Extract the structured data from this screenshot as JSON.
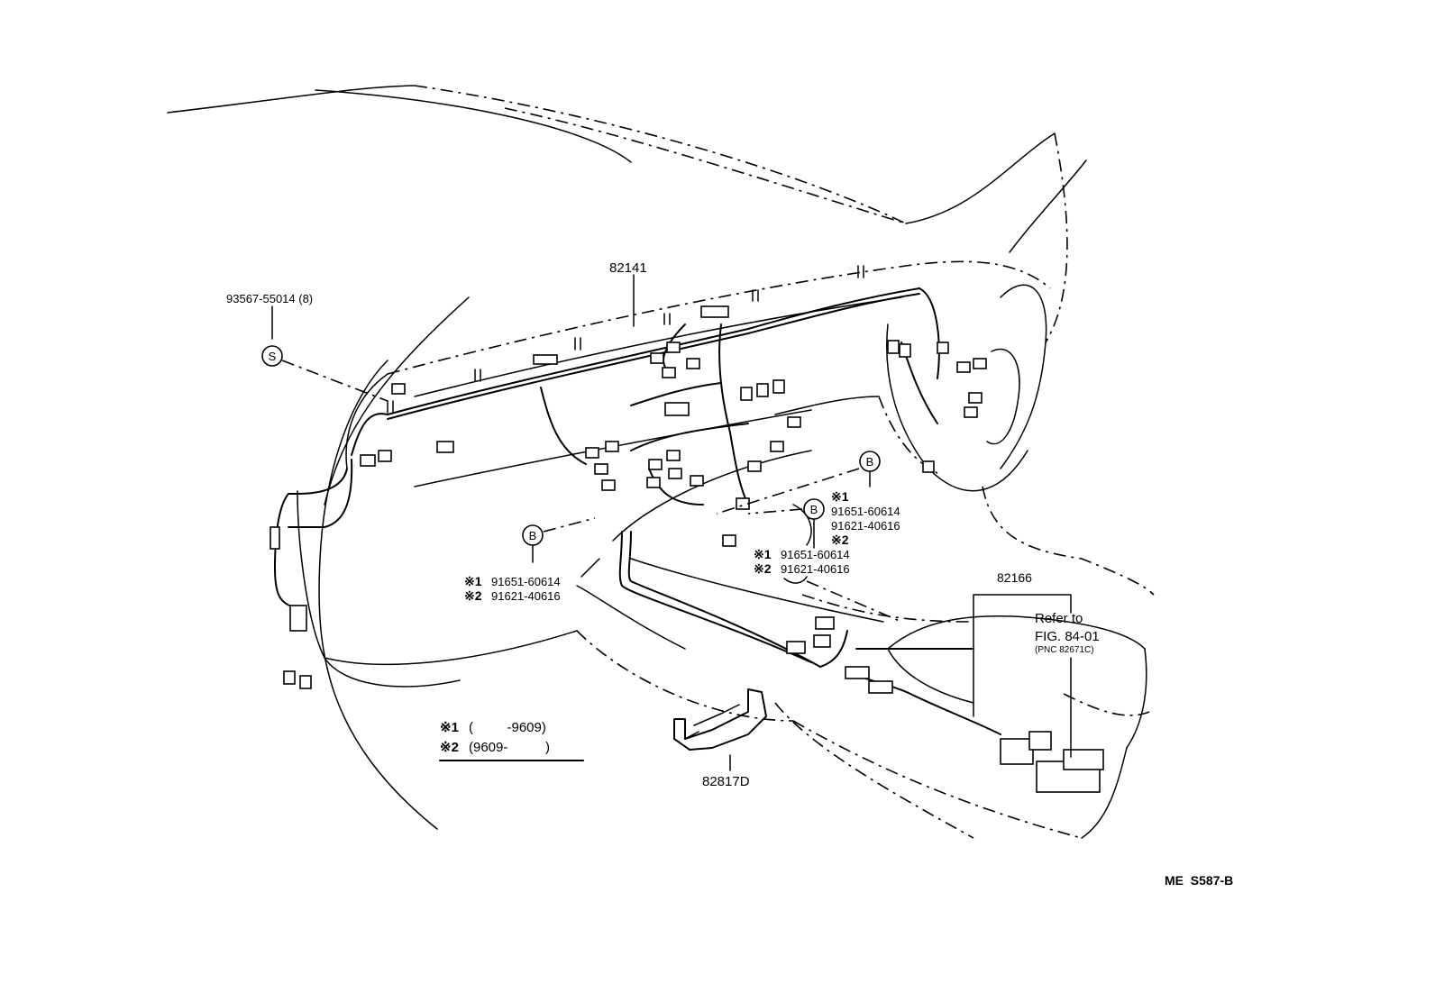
{
  "labels": {
    "part_82141": "82141",
    "part_93567": "93567-55014 (8)",
    "part_82166": "82166",
    "part_82817D": "82817D",
    "refer_to": "Refer to",
    "fig_ref": "FIG. 84-01",
    "pnc_ref": "(PNC 82671C)",
    "figure_code": "ME  S587-B"
  },
  "markers": {
    "s": "S",
    "b": "B"
  },
  "bolt_left": {
    "line1_mark": "※1",
    "line1_part": "91651-60614",
    "line2_mark": "※2",
    "line2_part": "91621-40616"
  },
  "bolt_center": {
    "line1_mark": "※1",
    "line1_part": "91651-60614",
    "line2_mark": "※2",
    "line2_part": "91621-40616"
  },
  "bolt_right": {
    "mark1": "※1",
    "part1": "91651-60614",
    "part2": "91621-40616",
    "mark2": "※2"
  },
  "legend": {
    "row1_mark": "※1",
    "row1_text": "(         -9609)",
    "row2_mark": "※2",
    "row2_text": "(9609-          )"
  }
}
